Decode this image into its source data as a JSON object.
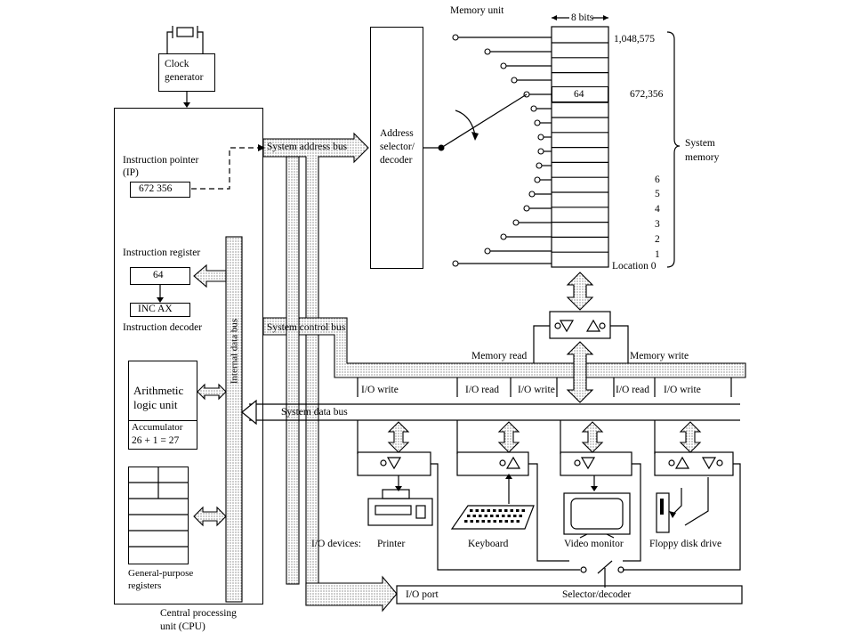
{
  "clock": {
    "label_line1": "Clock",
    "label_line2": "generator"
  },
  "cpu": {
    "label_line1": "Central processing",
    "label_line2": "unit (CPU)",
    "ip_label_line1": "Instruction pointer",
    "ip_label_line2": "(IP)",
    "ip_value": "672 356",
    "ir_label": "Instruction register",
    "ir_value": "64",
    "decoded": "INC AX",
    "decoder_label": "Instruction decoder",
    "alu_line1": "Arithmetic",
    "alu_line2": "logic unit",
    "acc_label": "Accumulator",
    "acc_value": "26 + 1 = 27",
    "gpr_line1": "General-purpose",
    "gpr_line2": "registers",
    "internal_bus": "Internal data bus"
  },
  "buses": {
    "address": "System address bus",
    "control": "System control bus",
    "data": "System data bus",
    "memory_read": "Memory read",
    "memory_write": "Memory write",
    "io_write_1": "I/O write",
    "io_read_1": "I/O read",
    "io_write_2": "I/O write",
    "io_read_2": "I/O read",
    "io_write_3": "I/O write"
  },
  "decoder": {
    "line1": "Address",
    "line2": "selector/",
    "line3": "decoder"
  },
  "memory": {
    "title": "Memory unit",
    "width_label": "8 bits",
    "top_addr": "1,048,575",
    "sel_addr": "672,356",
    "sel_value": "64",
    "system_line1": "System",
    "system_line2": "memory",
    "low_addrs": [
      "6",
      "5",
      "4",
      "3",
      "2",
      "1"
    ],
    "location0": "Location 0"
  },
  "io": {
    "devices_label": "I/O devices:",
    "printer": "Printer",
    "keyboard": "Keyboard",
    "monitor": "Video monitor",
    "floppy": "Floppy disk drive",
    "port": "I/O port",
    "selector": "Selector/decoder"
  }
}
